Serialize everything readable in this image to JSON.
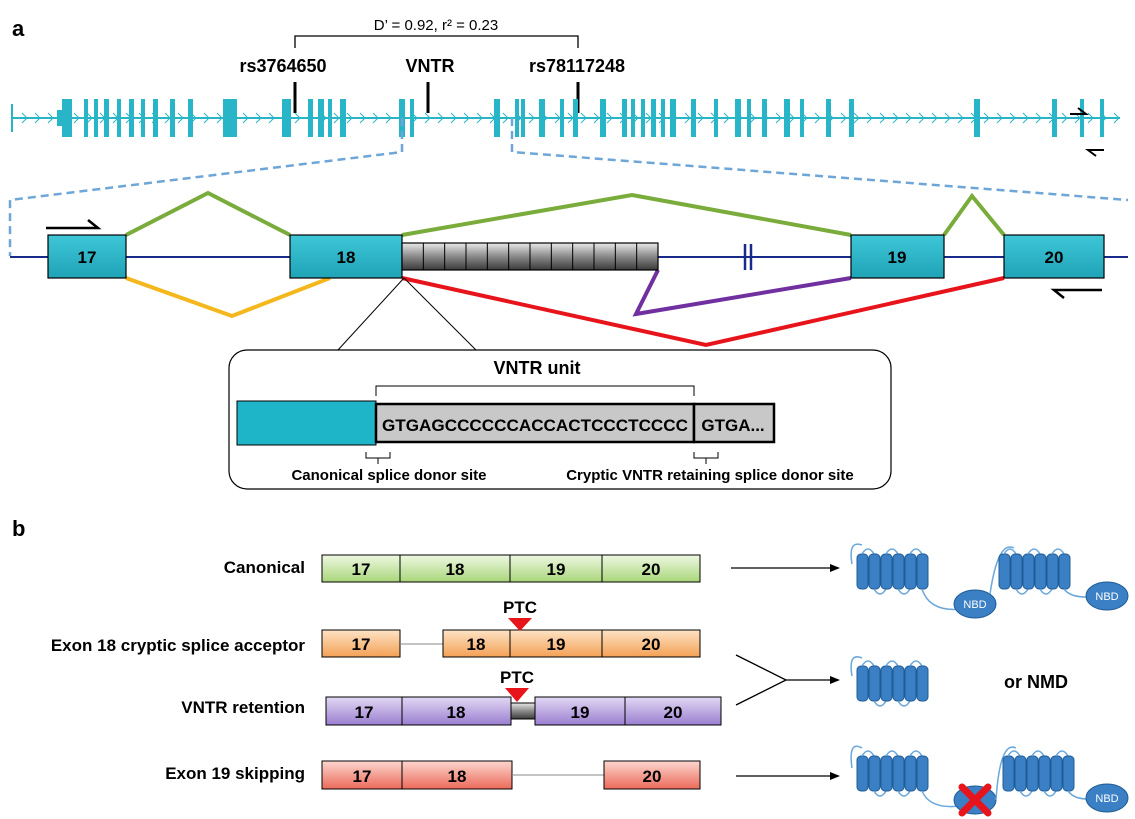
{
  "panel_a": {
    "label": "a",
    "ld_stat": "D’ = 0.92, r² = 0.23",
    "markers": [
      "rs3764650",
      "VNTR",
      "rs78117248"
    ],
    "exons": [
      "17",
      "18",
      "19",
      "20"
    ],
    "inset": {
      "title": "VNTR unit",
      "sequence": "GTGAGCCCCCCACCACTCCCTCCCC",
      "sequence_next": "GTGA...",
      "canonical_label": "Canonical splice donor site",
      "cryptic_label": "Cryptic VNTR retaining splice donor site"
    },
    "colors": {
      "gene": "#29b5c8",
      "intron_line": "#1a2a8a",
      "canonical_path": "#7aac3c",
      "exon18_cryptic_acceptor_path": "#f4b71c",
      "vntr_retention_path": "#7030a0",
      "exon19_skipping_path": "#e8141c"
    }
  },
  "panel_b": {
    "label": "b",
    "transcripts": [
      {
        "name": "Canonical",
        "exons": [
          "17",
          "18",
          "19",
          "20"
        ],
        "color": "#c8e6a8"
      },
      {
        "name": "Exon 18 cryptic splice acceptor",
        "exons": [
          "17",
          "18",
          "19",
          "20"
        ],
        "color": "#f8c48c",
        "ptc": "PTC"
      },
      {
        "name": "VNTR retention",
        "exons": [
          "17",
          "18",
          "19",
          "20"
        ],
        "color": "#b8a4dc",
        "ptc": "PTC"
      },
      {
        "name": "Exon 19 skipping",
        "exons": [
          "17",
          "18",
          "20"
        ],
        "color": "#f4a092"
      }
    ],
    "nbd_label": "NBD",
    "nmd_label": "or NMD",
    "protein_color": "#3b7fc4"
  }
}
